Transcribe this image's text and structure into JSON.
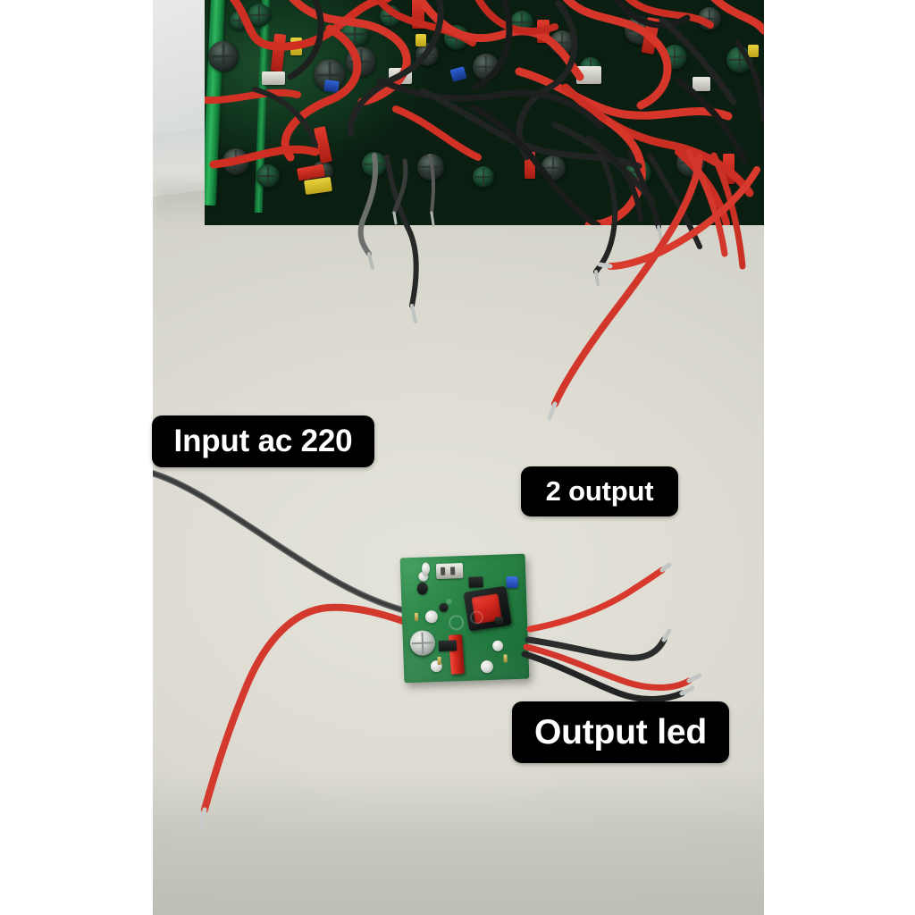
{
  "photo": {
    "subject": "led-driver-pcb-with-wires",
    "background_color": "#dcdcd3",
    "board_color": "#2f8a4c",
    "wire_red": "#d8392c",
    "wire_black": "#2a2c2c",
    "label_bg": "#000000",
    "label_fg": "#ffffff"
  },
  "callouts": [
    {
      "id": "input-ac-220",
      "text": "Input ac 220"
    },
    {
      "id": "two-output",
      "text": "2 output"
    },
    {
      "id": "output-led",
      "text": "Output led"
    }
  ],
  "labels": {
    "input_ac": "Input ac 220",
    "two_output": "2 output",
    "output_led": "Output led"
  }
}
